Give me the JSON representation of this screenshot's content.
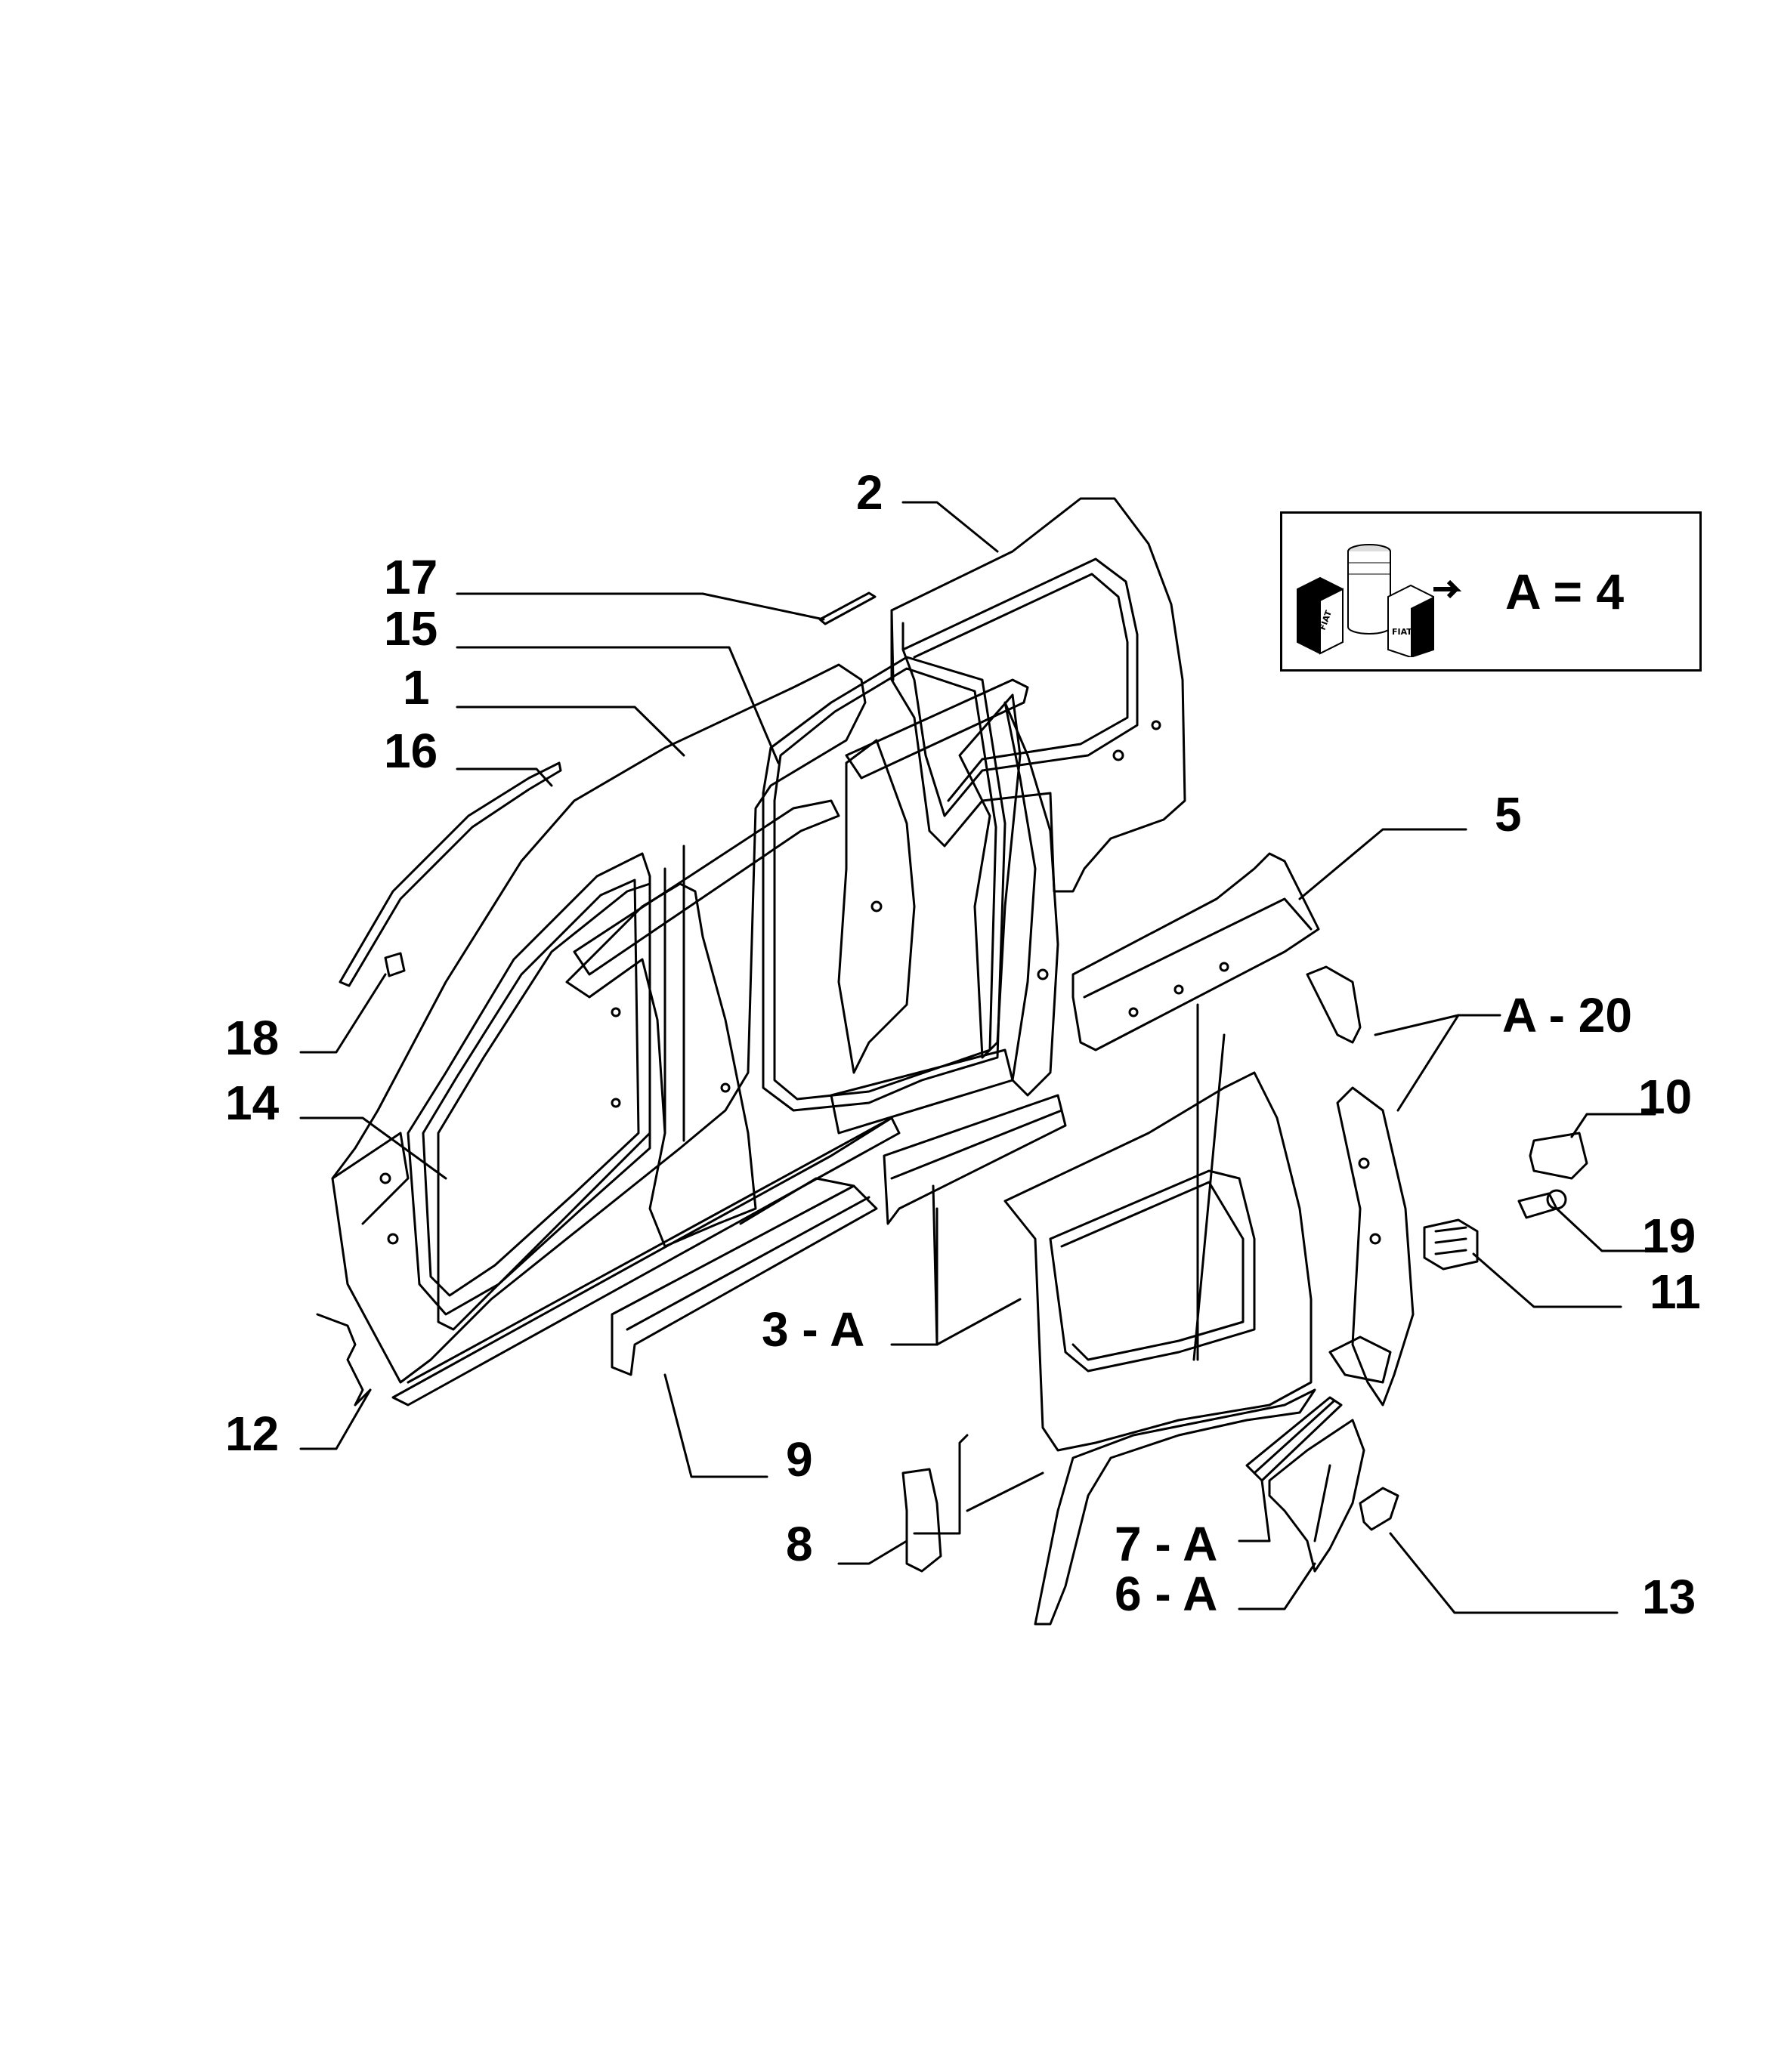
{
  "callouts": {
    "c2": "2",
    "c17": "17",
    "c15": "15",
    "c1": "1",
    "c16": "16",
    "c5": "5",
    "cA20": "A - 20",
    "c10": "10",
    "c19": "19",
    "c11": "11",
    "c18": "18",
    "c14": "14",
    "c3A": "3 - A",
    "c12": "12",
    "c9": "9",
    "c8": "8",
    "c7A": "7 - A",
    "c6A": "6 - A",
    "c13": "13"
  },
  "legend": {
    "text": "A = 4",
    "icon": "adhesive-kit-icon",
    "brand_mark": "FIAT"
  }
}
